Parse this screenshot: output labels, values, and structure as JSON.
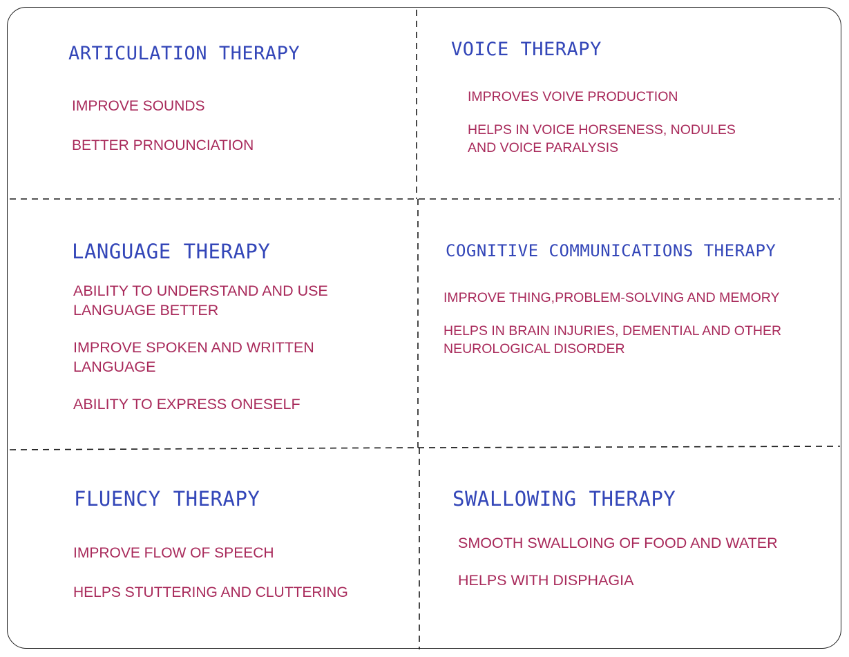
{
  "cells": [
    {
      "title": "ARTICULATION THERAPY",
      "items": [
        "IMPROVE SOUNDS",
        "BETTER PRNOUNCIATION"
      ]
    },
    {
      "title": "VOICE THERAPY",
      "items": [
        "IMPROVES VOIVE PRODUCTION",
        "HELPS IN VOICE HORSENESS, NODULES\nAND VOICE PARALYSIS"
      ]
    },
    {
      "title": "LANGUAGE THERAPY",
      "items": [
        "ABILITY TO UNDERSTAND AND USE\nLANGUAGE BETTER",
        "IMPROVE SPOKEN AND WRITTEN\nLANGUAGE",
        "ABILITY TO EXPRESS ONESELF"
      ]
    },
    {
      "title": "COGNITIVE COMMUNICATIONS THERAPY",
      "items": [
        "IMPROVE THING,PROBLEM-SOLVING AND MEMORY",
        "HELPS IN BRAIN INJURIES, DEMENTIAL AND OTHER\nNEUROLOGICAL DISORDER"
      ]
    },
    {
      "title": "FLUENCY THERAPY",
      "items": [
        "IMPROVE FLOW OF SPEECH",
        "HELPS STUTTERING AND CLUTTERING"
      ]
    },
    {
      "title": "SWALLOWING THERAPY",
      "items": [
        "SMOOTH SWALLOING OF FOOD AND WATER",
        "HELPS WITH DISPHAGIA"
      ]
    }
  ],
  "colors": {
    "title": "#3346b8",
    "text": "#a8295a",
    "line": "#1a1a1a"
  }
}
